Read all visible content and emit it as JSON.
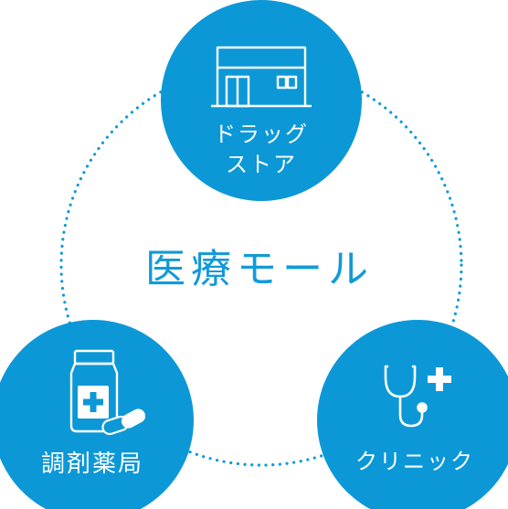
{
  "center": {
    "label": "医療モール"
  },
  "nodes": {
    "drugstore": {
      "label_line1": "ドラッグ",
      "label_line2": "ストア",
      "icon": "storefront-icon"
    },
    "pharmacy": {
      "label": "調剤薬局",
      "icon": "medicine-bottle-icon"
    },
    "clinic": {
      "label": "クリニック",
      "icon": "stethoscope-icon"
    }
  },
  "colors": {
    "accent": "#119ad8",
    "circle_fill": "#0c98d7",
    "icon_stroke": "#ffffff",
    "background": "#ffffff"
  }
}
